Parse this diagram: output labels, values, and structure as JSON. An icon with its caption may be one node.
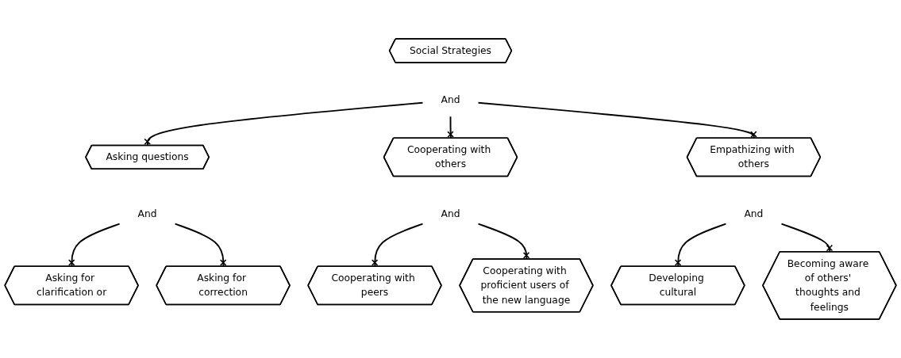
{
  "diagram": {
    "nodes": [
      {
        "text": [
          "Social Strategies"
        ]
      },
      {
        "text": [
          "And"
        ]
      },
      {
        "text": [
          "Asking questions"
        ]
      },
      {
        "text": [
          "Cooperating with others"
        ]
      },
      {
        "text": [
          "Empathizing with others"
        ]
      },
      {
        "text": [
          "And"
        ]
      },
      {
        "text": [
          "And"
        ]
      },
      {
        "text": [
          "And"
        ]
      },
      {
        "text": [
          "Asking for clarification or"
        ]
      },
      {
        "text": [
          "Asking for correction"
        ]
      },
      {
        "text": [
          "Cooperating with peers"
        ]
      },
      {
        "text": [
          "Cooperating with proficient users of the new language"
        ]
      },
      {
        "text": [
          "Developing cultural"
        ]
      },
      {
        "text": [
          "Becoming aware of others' thoughts and feelings"
        ]
      }
    ],
    "edges": [
      {
        "from": 1,
        "to": 2,
        "arrow": "other"
      },
      {
        "from": 1,
        "to": 3,
        "arrow": "other"
      },
      {
        "from": 1,
        "to": 4,
        "arrow": "other"
      },
      {
        "from": 5,
        "to": 8,
        "arrow": "other"
      },
      {
        "from": 5,
        "to": 9,
        "arrow": "other"
      },
      {
        "from": 6,
        "to": 10,
        "arrow": "other"
      },
      {
        "from": 6,
        "to": 11,
        "arrow": "other"
      },
      {
        "from": 7,
        "to": 12,
        "arrow": "other"
      },
      {
        "from": 7,
        "to": 13,
        "arrow": "other"
      }
    ]
  }
}
